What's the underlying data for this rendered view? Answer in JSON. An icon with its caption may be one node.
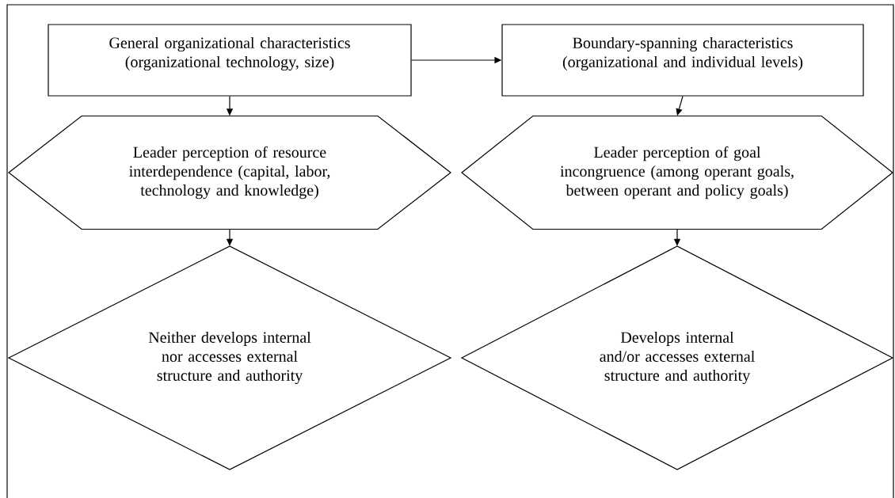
{
  "diagram": {
    "nodes": [
      {
        "text": [
          "General organizational characteristics (organizational technology, size)"
        ]
      },
      {
        "text": [
          "Boundary-spanning characteristics (organizational and individual levels)"
        ]
      },
      {
        "text": [
          "Leader perception of resource interdependence (capital, labor, technology and knowledge)"
        ]
      },
      {
        "text": [
          "Leader perception of goal incongruence (among operant goals, between operant and policy goals)"
        ]
      },
      {
        "text": [
          "Neither develops internal nor accesses external structure and authority"
        ]
      },
      {
        "text": [
          "Develops internal and/or accesses external structure and authority"
        ]
      }
    ],
    "edges": [
      {
        "from": 0,
        "to": 1,
        "arrow": "to"
      },
      {
        "from": 0,
        "to": 2,
        "arrow": "to"
      },
      {
        "from": 2,
        "to": 4,
        "arrow": "to"
      },
      {
        "from": 1,
        "to": 3,
        "arrow": "to"
      },
      {
        "from": 3,
        "to": 5,
        "arrow": "to"
      }
    ]
  }
}
